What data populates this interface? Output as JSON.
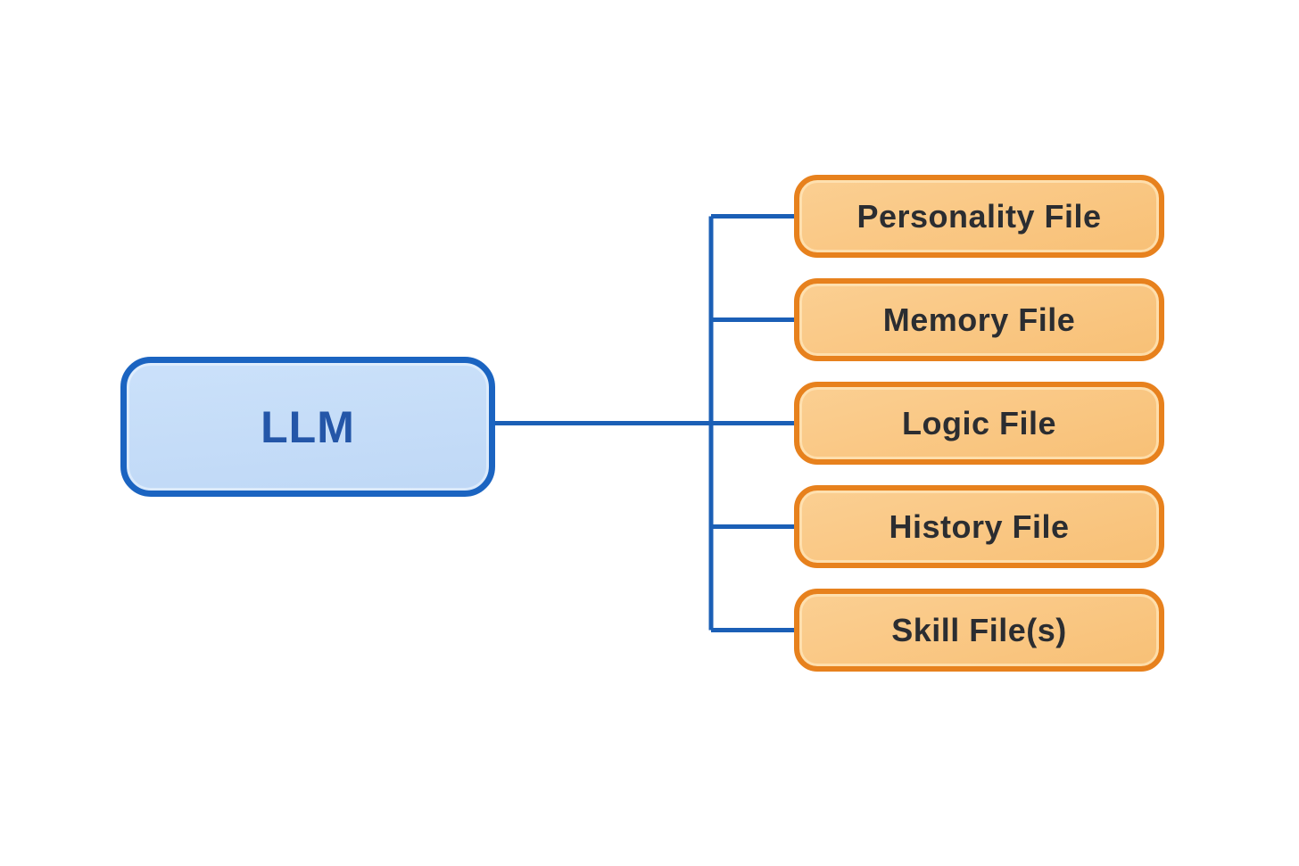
{
  "diagram": {
    "root": {
      "label": "LLM"
    },
    "children": [
      {
        "label": "Personality File"
      },
      {
        "label": "Memory File"
      },
      {
        "label": "Logic File"
      },
      {
        "label": "History File"
      },
      {
        "label": "Skill File(s)"
      }
    ],
    "colors": {
      "background": "#ffffff",
      "root_fill_top": "#cbe1fa",
      "root_fill_bottom": "#bfd8f6",
      "root_border": "#1b64c1",
      "root_text": "#2456a8",
      "child_fill_top": "#fbcf92",
      "child_fill_bottom": "#f8c076",
      "child_border": "#e7811d",
      "child_text": "#2b2d31",
      "connector": "#1b5fb6"
    }
  }
}
